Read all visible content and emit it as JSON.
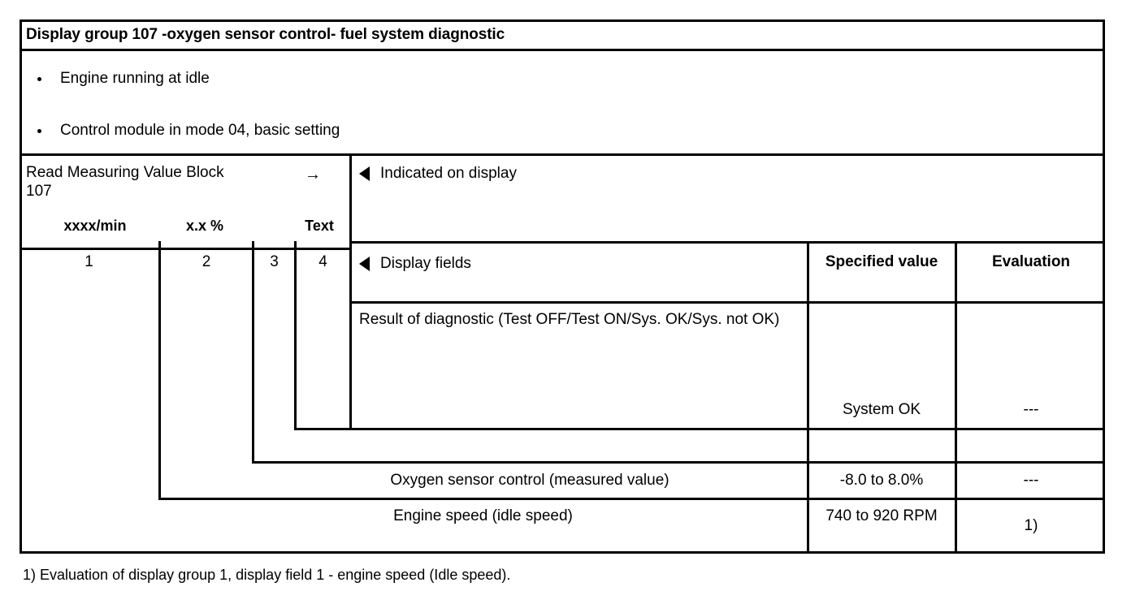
{
  "document": {
    "title": "Display group 107 -oxygen sensor control- fuel system diagnostic",
    "preconditions": [
      "Engine running at idle",
      "Control module in mode 04, basic setting"
    ],
    "procedure": {
      "label": "Read Measuring Value Block",
      "block_number": "107",
      "arrow": "→"
    },
    "units_row": {
      "col1": "xxxx/min",
      "col2": "x.x %",
      "col4": "Text"
    },
    "column_numbers": {
      "col1": "1",
      "col2": "2",
      "col3": "3",
      "col4": "4"
    },
    "markers": {
      "indicated_on_display": "Indicated on display",
      "display_fields": "Display fields"
    },
    "headers": {
      "specified_value": "Specified\nvalue",
      "evaluation": "Evaluation"
    },
    "rows": [
      {
        "description": "Result of diagnostic (Test OFF/Test ON/Sys.\nOK/Sys. not OK)",
        "specified_value": "",
        "evaluation": ""
      },
      {
        "description": "",
        "specified_value": "System OK",
        "evaluation": "---"
      },
      {
        "description": "",
        "specified_value": "",
        "evaluation": ""
      },
      {
        "description": "Oxygen sensor control (measured value)",
        "specified_value": "-8.0 to 8.0%",
        "evaluation": "---"
      },
      {
        "description": "Engine speed (idle speed)",
        "specified_value": "740 to 920\nRPM",
        "evaluation": "1)"
      }
    ],
    "footnote": "1) Evaluation of display group 1, display field 1 - engine speed (Idle speed)."
  }
}
